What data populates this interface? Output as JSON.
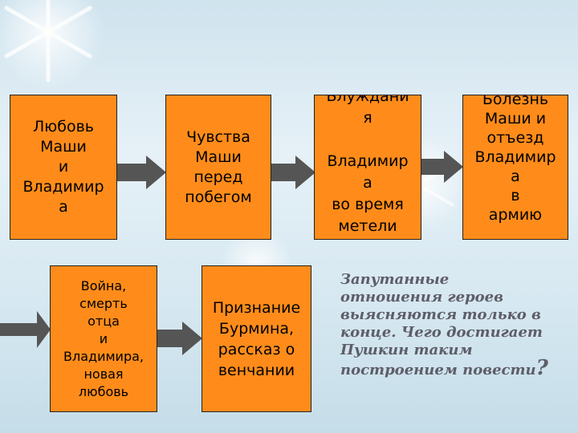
{
  "boxes": {
    "b1": "Любовь\nМаши\nи\nВладимир\nа",
    "b2": "Чувства\nМаши\nперед\nпобегом",
    "b3": "Блуждани\nя\n\nВладимир\nа\nво время\nметели",
    "b4": "Болезнь\nМаши и\nотъезд\nВладимир\nа\nв\nармию",
    "b5": "Война,\nсмерть\nотца\nи\nВладимира,\nновая\nлюбовь",
    "b6": "Признание\nБурмина,\nрассказ о\nвенчании"
  },
  "note": {
    "text": "Запутанные\nотношения героев\nвыясняются только в\nконце. Чего достигает\nПушкин таким\nпостроением повести",
    "qmark": "?"
  },
  "colors": {
    "box_fill": "#ff8c1a",
    "arrow_fill": "#555555",
    "note_text": "#5d5d68"
  }
}
